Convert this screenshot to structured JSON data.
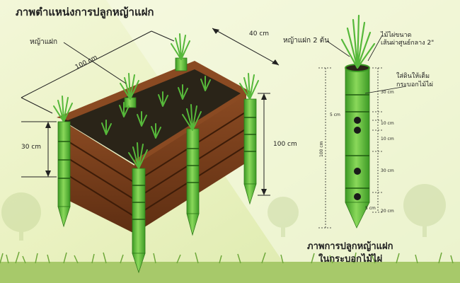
{
  "left_panel": {
    "title": "ภาพตำแหน่งการปลูกหญ้าแฝก",
    "grass_label": "หญ้าแฝก",
    "dim_length": "100 cm",
    "dim_width": "40 cm",
    "dim_height": "30 cm",
    "dim_post": "100 cm"
  },
  "right_panel": {
    "grass_count_label": "หญ้าแฝก 2 ต้น",
    "bamboo_label_line1": "ไม้ไผ่ขนาด",
    "bamboo_label_line2": "เส้นผ่าศูนย์กลาง 2\"",
    "soil_label_line1": "ใส่ดินให้เต็ม",
    "soil_label_line2": "กระบอกไม้ไผ่",
    "total_height": "100 cm",
    "hole_size_top": "5 cm",
    "hole_size_bottom": "5 cm",
    "seg_top": "30 cm",
    "seg_1": "10 cm",
    "seg_2": "10 cm",
    "seg_3": "30 cm",
    "seg_4": "20 cm",
    "caption_line1": "ภาพการปลูกหญ้าแฝก",
    "caption_line2": "ในกระบอกไม้ไผ่"
  },
  "colors": {
    "background": "#eef4c8",
    "bamboo": "#5fbf3a",
    "wood": "#7a3f1c",
    "soil": "#2a2418",
    "grass": "#56b83a",
    "text": "#222222"
  }
}
